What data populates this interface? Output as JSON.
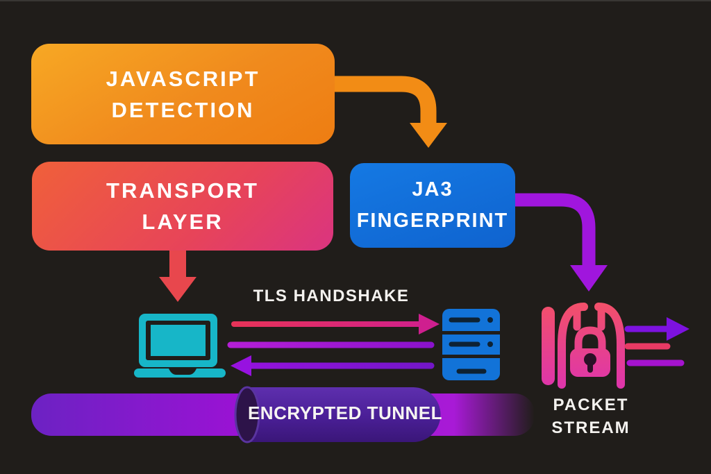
{
  "boxes": {
    "javascript_detection": {
      "line1": "JAVASCRIPT",
      "line2": "DETECTION",
      "gradient": [
        "#f7a824",
        "#ee7d12"
      ]
    },
    "transport_layer": {
      "line1": "TRANSPORT",
      "line2": "LAYER",
      "gradient": [
        "#f0603a",
        "#da3480"
      ]
    },
    "ja3_fingerprint": {
      "line1": "JA3",
      "line2": "FINGERPRINT",
      "gradient": [
        "#1579e3",
        "#0f63cf"
      ]
    }
  },
  "labels": {
    "tls_handshake": "TLS HANDSHAKE",
    "encrypted_tunnel": "ENCRYPTED TUNNEL",
    "packet_stream_line1": "PACKET",
    "packet_stream_line2": "STREAM"
  },
  "icons": {
    "laptop": "laptop-icon",
    "server": "server-rack-icon",
    "padlock_gate": "padlock-gate-icon",
    "tunnel": "encrypted-tunnel-tube"
  },
  "colors": {
    "background": "#201d1a",
    "orange_arrow": "#f28c15",
    "red_arrow": "#e8474d",
    "purple_elbow_arrow": "#a016dd",
    "teal_laptop": "#17b6c8",
    "blue_server": "#1273d8",
    "server_slot": "#0e2233",
    "tls_arrow_right_start": "#e73358",
    "tls_arrow_right_end": "#cf1f8f",
    "tls_line_mid_start": "#b51fd6",
    "tls_line_mid_end": "#8a12cc",
    "tls_arrow_left_start": "#9712e0",
    "tls_arrow_left_end": "#7316c8",
    "out_arrow_top": "#7d12e0",
    "out_line_mid": "#e83a64",
    "out_line_bottom": "#a513cf",
    "gate_gradient_top": "#f2506a",
    "gate_gradient_bottom": "#de35ab",
    "keyhole_dark": "#2a1126",
    "tunnel_bar_start": "#6c22c3",
    "tunnel_bar_mid": "#9b12d4",
    "tunnel_bar_end": "#a81ad6",
    "cylinder_top": "#5e2fae",
    "cylinder_bottom": "#3a1678",
    "cylinder_opening": "#2d1349"
  }
}
